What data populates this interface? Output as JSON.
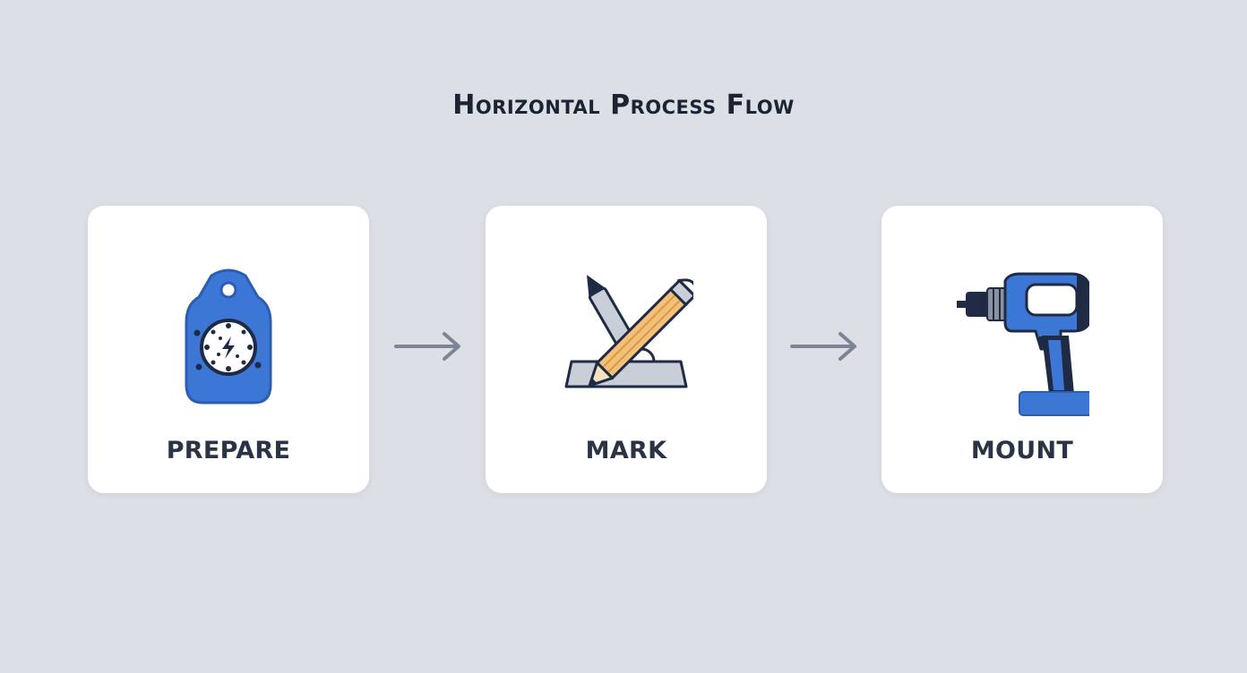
{
  "title": "Horizontal Process Flow",
  "steps": [
    {
      "label": "PREPARE",
      "icon": "level-bubble-icon"
    },
    {
      "label": "MARK",
      "icon": "pencil-ruler-icon"
    },
    {
      "label": "MOUNT",
      "icon": "drill-icon"
    }
  ],
  "colors": {
    "background": "#dcdfe5",
    "card": "#ffffff",
    "text": "#2b3444",
    "accent_blue": "#3d77d6",
    "dark_navy": "#1f2a44",
    "arrow": "#7d8594",
    "pencil": "#f2c177"
  }
}
